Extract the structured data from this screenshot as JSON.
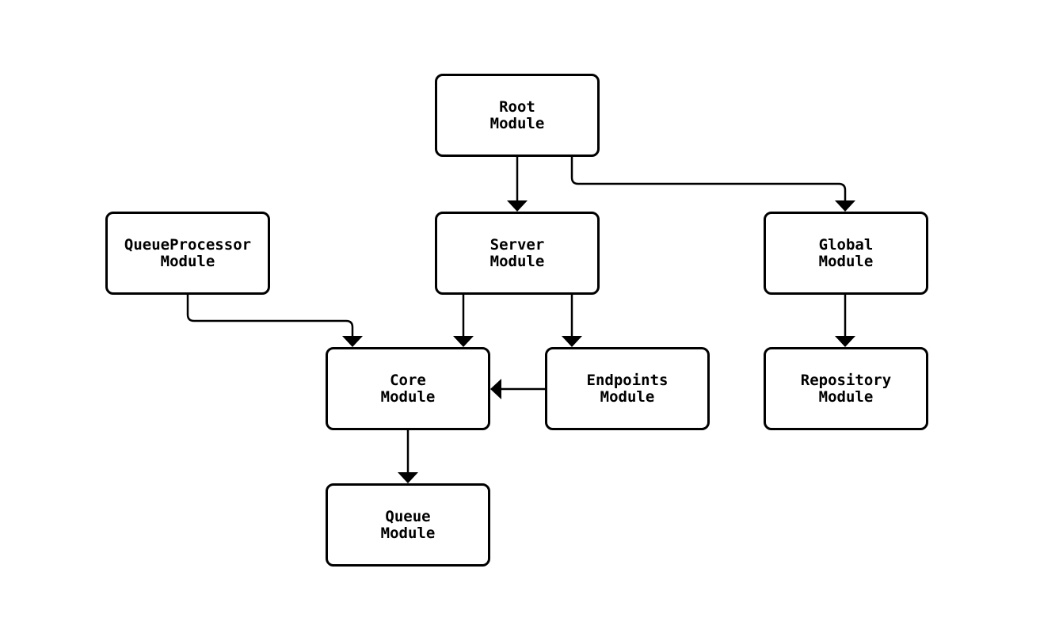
{
  "diagram": {
    "type": "module-dependency-graph",
    "background": "#ffffff",
    "node_style": {
      "fill": "#ffffff",
      "border_color": "#000000",
      "text_color": "#000000"
    },
    "edge_style": {
      "color": "#000000",
      "arrowhead": "filled-triangle"
    },
    "nodes": {
      "root": {
        "line1": "Root",
        "line2": "Module"
      },
      "queueprocessor": {
        "line1": "QueueProcessor",
        "line2": "Module"
      },
      "server": {
        "line1": "Server",
        "line2": "Module"
      },
      "global": {
        "line1": "Global",
        "line2": "Module"
      },
      "core": {
        "line1": "Core",
        "line2": "Module"
      },
      "endpoints": {
        "line1": "Endpoints",
        "line2": "Module"
      },
      "repository": {
        "line1": "Repository",
        "line2": "Module"
      },
      "queue": {
        "line1": "Queue",
        "line2": "Module"
      }
    },
    "edges": [
      {
        "from": "Root Module",
        "to": "Server Module"
      },
      {
        "from": "Root Module",
        "to": "Global Module"
      },
      {
        "from": "QueueProcessor Module",
        "to": "Core Module"
      },
      {
        "from": "Server Module",
        "to": "Core Module"
      },
      {
        "from": "Server Module",
        "to": "Endpoints Module"
      },
      {
        "from": "Endpoints Module",
        "to": "Core Module"
      },
      {
        "from": "Global Module",
        "to": "Repository Module"
      },
      {
        "from": "Core Module",
        "to": "Queue Module"
      }
    ]
  }
}
